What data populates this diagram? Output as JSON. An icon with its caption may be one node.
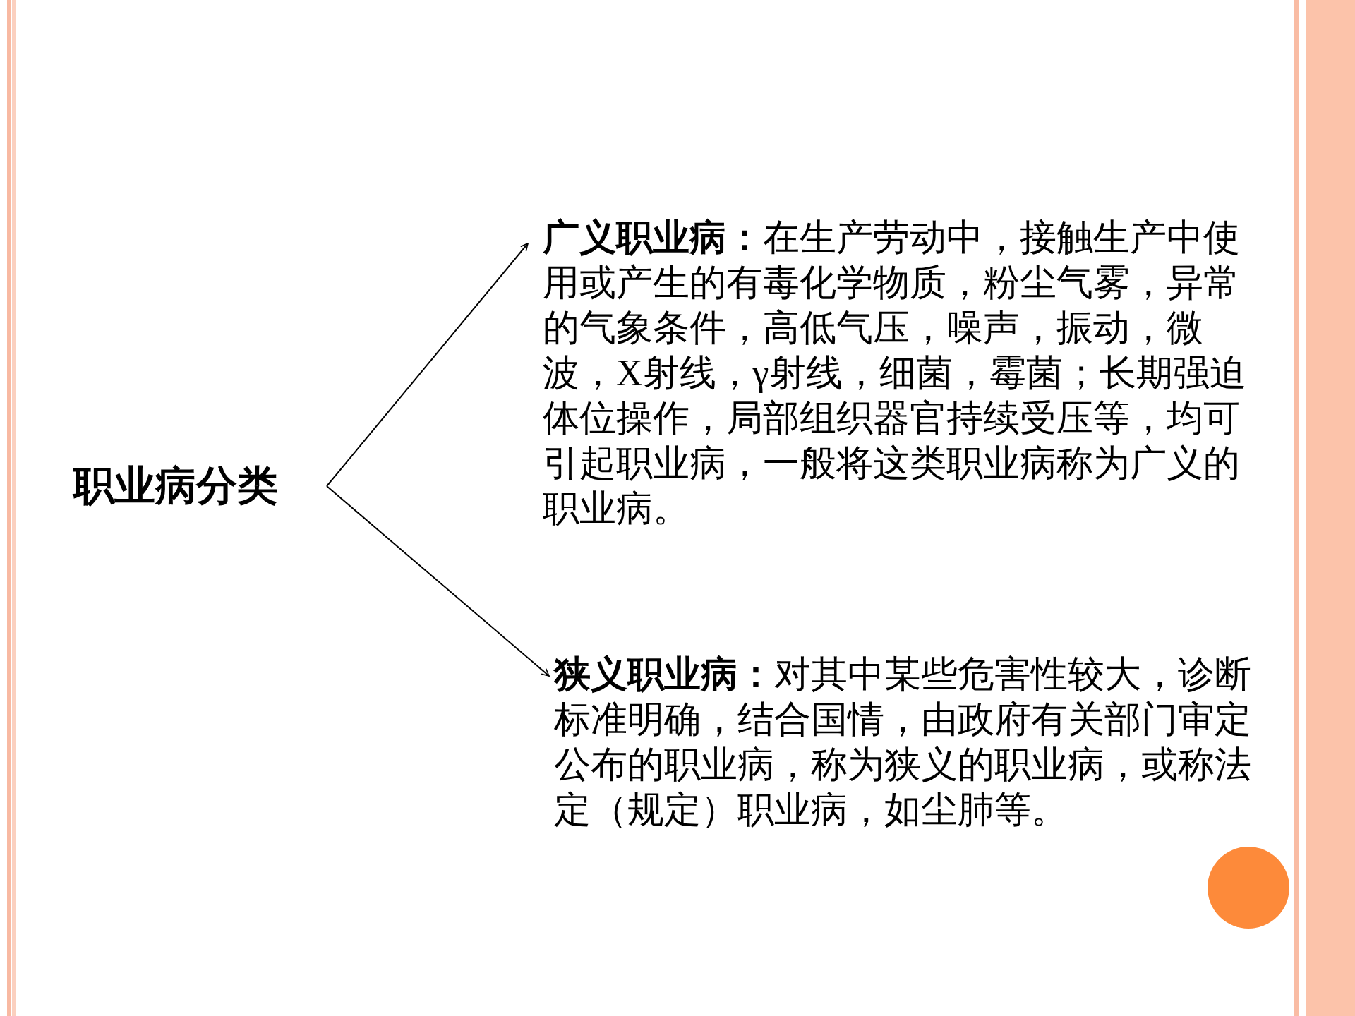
{
  "diagram": {
    "nodes": [
      {
        "text": [
          "职业病分类"
        ]
      },
      {
        "text": [
          "**广义职业病：**在生产劳动中，接触生产中使用或产生的有毒化学物质，粉尘气雾，异常的气象条件，高低气压，噪声，振动，微波，X射线，γ射线，细菌，霉菌；长期强迫体位操作，局部组织器官持续受压等，均可引起职业病，一般将这类职业病称为广义的职业病。"
        ]
      },
      {
        "text": [
          "**狭义职业病：**对其中某些危害性较大，诊断标准明确，结合国情，由政府有关部门审定公布的职业病，称为狭义的职业病，或称法定（规定）职业病，如尘肺等。"
        ]
      }
    ],
    "edges": [
      {
        "from": 0,
        "to": 1,
        "arrow": "to"
      },
      {
        "from": 0,
        "to": 2,
        "arrow": "to"
      }
    ]
  }
}
